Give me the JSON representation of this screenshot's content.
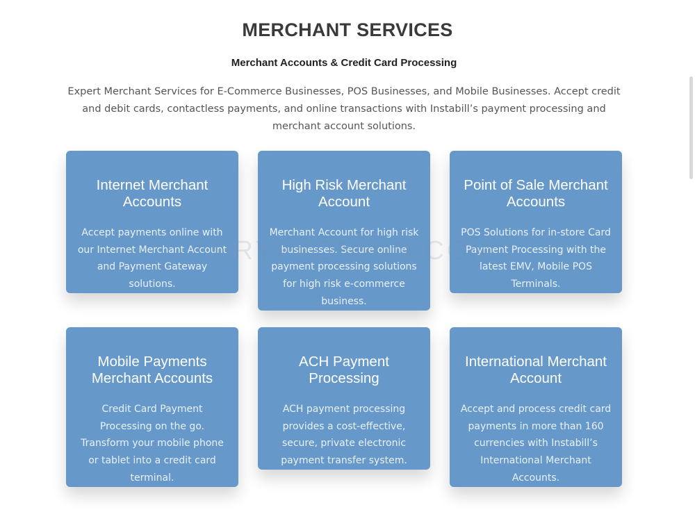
{
  "header": {
    "title": "MERCHANT SERVICES",
    "subtitle": "Merchant Accounts & Credit Card Processing",
    "intro": "Expert Merchant Services for E-Commerce Businesses, POS Businesses, and Mobile Businesses. Accept credit and debit cards, contactless payments, and online transactions with Instabill’s payment processing and merchant account solutions."
  },
  "cards": [
    {
      "title": "Internet Merchant Accounts",
      "description": "Accept payments online with our Internet Merchant Account and Payment Gateway solutions."
    },
    {
      "title": "High Risk Merchant Account",
      "description": "Merchant Account for high risk businesses. Secure online payment processing solutions for high risk e-commerce business."
    },
    {
      "title": "Point of Sale Merchant Accounts",
      "description": "POS Solutions for in-store Card Payment Processing with the latest EMV, Mobile POS Terminals."
    },
    {
      "title": "Mobile Payments Merchant Accounts",
      "description": "Credit Card Payment Processing on the go. Transform your mobile phone or tablet into a credit card terminal."
    },
    {
      "title": "ACH Payment Processing",
      "description": "ACH payment processing provides a cost-effective, secure, private electronic payment transfer system."
    },
    {
      "title": "International Merchant Account",
      "description": "Accept and process credit card payments in more than 160 currencies with Instabill’s International Merchant Accounts."
    }
  ],
  "watermark": "CRYPTOMAIN.COM",
  "colors": {
    "card_background": "#6699c9",
    "card_text": "#ffffff",
    "heading_text": "#3a3a3a"
  }
}
